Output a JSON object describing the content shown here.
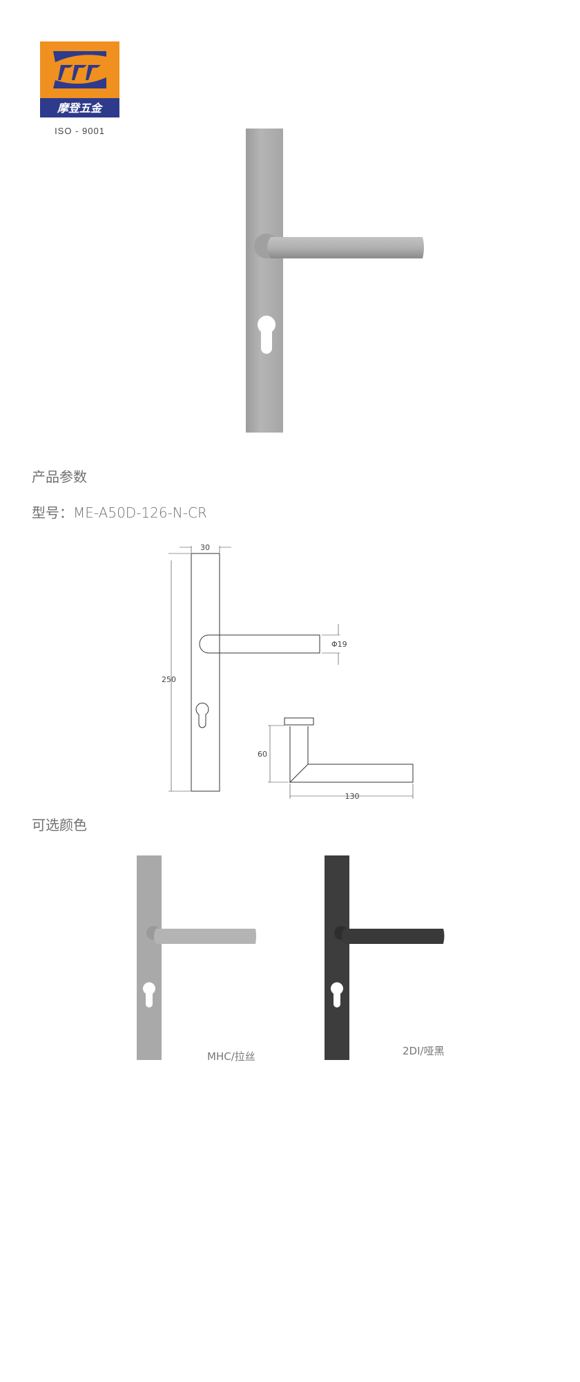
{
  "brand": {
    "logo_text": "摩登五金",
    "certification": "ISO - 9001",
    "colors": {
      "orange": "#f0901e",
      "blue": "#2e3a8c"
    }
  },
  "sections": {
    "params_title": "产品参数",
    "model_line": "型号：ME-A50D-126-N-CR",
    "colors_title": "可选颜色"
  },
  "drawing": {
    "width_dim": "30",
    "height_dim": "250",
    "diameter_dim": "Φ19",
    "projection_dim": "60",
    "length_dim": "130"
  },
  "variants": [
    {
      "label": "MHC/拉丝",
      "plate_color": "#a9a9a9",
      "handle_color": "#b4b4b4"
    },
    {
      "label": "2DI/哑黑",
      "plate_color": "#3d3d3d",
      "handle_color": "#393939"
    }
  ]
}
